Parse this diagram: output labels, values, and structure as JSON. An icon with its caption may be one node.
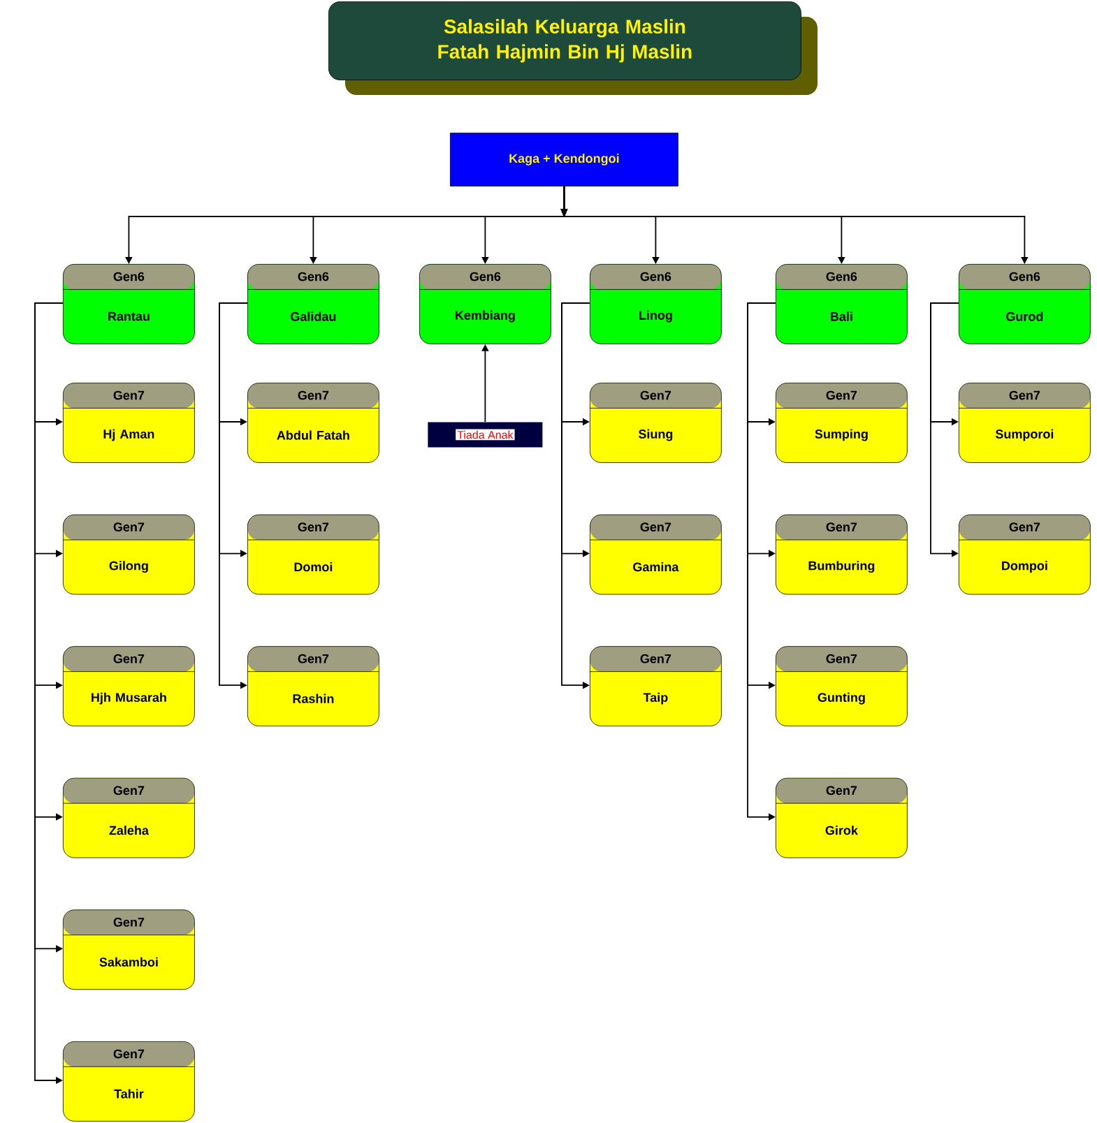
{
  "diagram": {
    "title": "Salasilah Keluarga Maslin Fatah Hajmin Bin Hj Maslin",
    "nodes": [
      {
        "text": [
          "Kaga + Kendongoi"
        ]
      },
      {
        "text": [
          "Gen6",
          "Rantau"
        ]
      },
      {
        "text": [
          "Gen7",
          "Hj Aman"
        ]
      },
      {
        "text": [
          "Gen7",
          "Gilong"
        ]
      },
      {
        "text": [
          "Gen7",
          "Hjh Musarah"
        ]
      },
      {
        "text": [
          "Gen7",
          "Zaleha"
        ]
      },
      {
        "text": [
          "Gen7",
          "Sakamboi"
        ]
      },
      {
        "text": [
          "Gen7",
          "Tahir"
        ]
      },
      {
        "text": [
          "Gen6",
          "Galidau"
        ]
      },
      {
        "text": [
          "Gen7",
          "Abdul Fatah"
        ]
      },
      {
        "text": [
          "Gen7",
          "Domoi"
        ]
      },
      {
        "text": [
          "Gen7",
          "Rashin"
        ]
      },
      {
        "text": [
          "Gen6",
          "Kembiang"
        ]
      },
      {
        "text": [
          "Tiada Anak"
        ]
      },
      {
        "text": [
          "Gen6",
          "Linog"
        ]
      },
      {
        "text": [
          "Gen7",
          "Siung"
        ]
      },
      {
        "text": [
          "Gen7",
          "Gamina"
        ]
      },
      {
        "text": [
          "Gen7",
          "Taip"
        ]
      },
      {
        "text": [
          "Gen6",
          "Bali"
        ]
      },
      {
        "text": [
          "Gen7",
          "Sumping"
        ]
      },
      {
        "text": [
          "Gen7",
          "Bumburing"
        ]
      },
      {
        "text": [
          "Gen7",
          "Gunting"
        ]
      },
      {
        "text": [
          "Gen7",
          "Girok"
        ]
      },
      {
        "text": [
          "Gen6",
          "Gurod"
        ]
      },
      {
        "text": [
          "Gen7",
          "Sumporoi"
        ]
      },
      {
        "text": [
          "Gen7",
          "Dompoi"
        ]
      }
    ],
    "edges": [
      {
        "from": 0,
        "to": 1,
        "arrow": "to"
      },
      {
        "from": 0,
        "to": 8,
        "arrow": "to"
      },
      {
        "from": 0,
        "to": 12,
        "arrow": "to"
      },
      {
        "from": 0,
        "to": 14,
        "arrow": "to"
      },
      {
        "from": 0,
        "to": 18,
        "arrow": "to"
      },
      {
        "from": 0,
        "to": 23,
        "arrow": "to"
      },
      {
        "from": 1,
        "to": 2,
        "arrow": "to"
      },
      {
        "from": 1,
        "to": 3,
        "arrow": "to"
      },
      {
        "from": 1,
        "to": 4,
        "arrow": "to"
      },
      {
        "from": 1,
        "to": 5,
        "arrow": "to"
      },
      {
        "from": 1,
        "to": 6,
        "arrow": "to"
      },
      {
        "from": 1,
        "to": 7,
        "arrow": "to"
      },
      {
        "from": 8,
        "to": 9,
        "arrow": "to"
      },
      {
        "from": 8,
        "to": 10,
        "arrow": "to"
      },
      {
        "from": 8,
        "to": 11,
        "arrow": "to"
      },
      {
        "from": 13,
        "to": 12,
        "arrow": "to"
      },
      {
        "from": 14,
        "to": 15,
        "arrow": "to"
      },
      {
        "from": 14,
        "to": 16,
        "arrow": "to"
      },
      {
        "from": 14,
        "to": 17,
        "arrow": "to"
      },
      {
        "from": 18,
        "to": 19,
        "arrow": "to"
      },
      {
        "from": 18,
        "to": 20,
        "arrow": "to"
      },
      {
        "from": 18,
        "to": 21,
        "arrow": "to"
      },
      {
        "from": 18,
        "to": 22,
        "arrow": "to"
      },
      {
        "from": 23,
        "to": 24,
        "arrow": "to"
      },
      {
        "from": 23,
        "to": 25,
        "arrow": "to"
      }
    ]
  }
}
